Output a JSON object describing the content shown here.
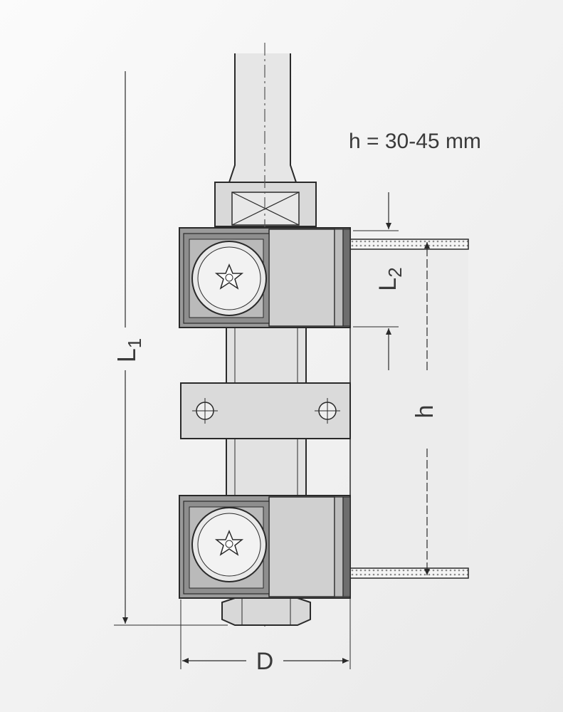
{
  "annotation": {
    "h_range": "h = 30-45 mm"
  },
  "dimensions": {
    "L1": {
      "main": "L",
      "sub": "1"
    },
    "L2": {
      "main": "L",
      "sub": "2"
    },
    "h": "h",
    "D": "D"
  },
  "colors": {
    "background": "#f2f2f2",
    "stroke": "#2a2a2a",
    "block_dark": "#8c8c8c",
    "block_light": "#cfcfcf",
    "shaft": "#e4e4e4",
    "hatch": "#9a9a9a"
  },
  "icons": [
    "torx-screw-icon"
  ]
}
